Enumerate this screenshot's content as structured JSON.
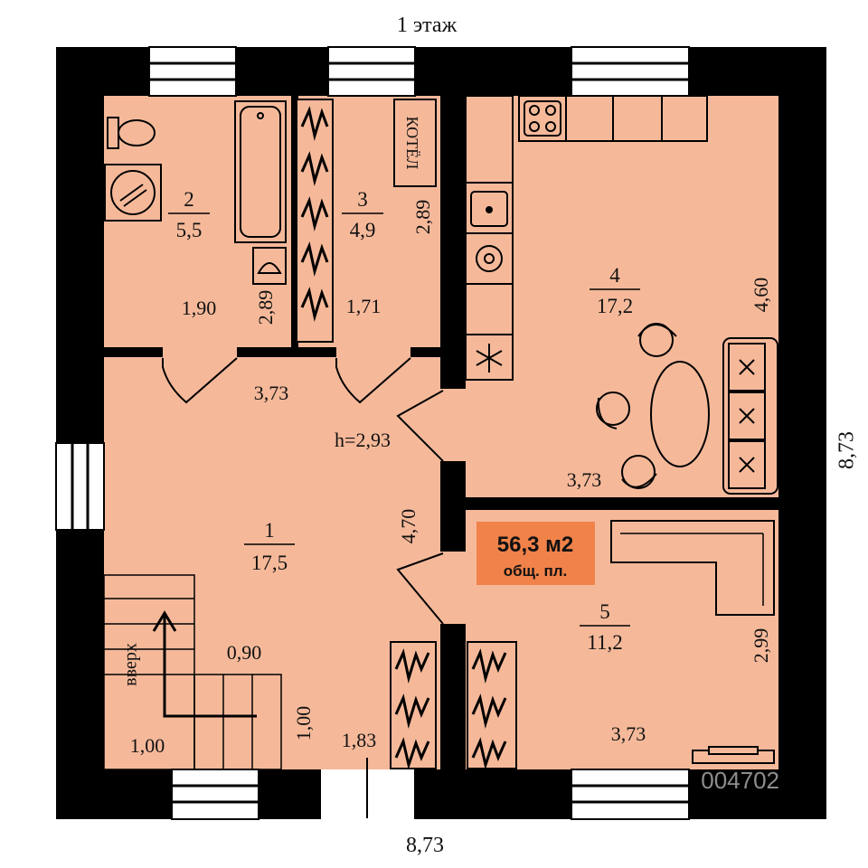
{
  "title": "1 этаж",
  "outer_width": "8,73",
  "outer_height": "8,73",
  "ceiling_height": "h=2,93",
  "boiler_label": "КОТЁЛ",
  "stairs_label": "вверх",
  "total_area": {
    "value": "56,3 м2",
    "caption": "общ. пл."
  },
  "watermark": "004702",
  "rooms": [
    {
      "number": "1",
      "area": "17,5"
    },
    {
      "number": "2",
      "area": "5,5"
    },
    {
      "number": "3",
      "area": "4,9"
    },
    {
      "number": "4",
      "area": "17,2"
    },
    {
      "number": "5",
      "area": "11,2"
    }
  ],
  "dimensions": {
    "room2_width": "1,90",
    "room2_depth": "2,89",
    "room3_width": "1,71",
    "room3_depth": "2,89",
    "room4_depth": "4,60",
    "room4_width": "3,73",
    "hall_width": "3,73",
    "hall_depth": "4,70",
    "stair_landing": "0,90",
    "stair_width": "1,00",
    "stair_depth": "1,00",
    "entrance_width": "1,83",
    "room5_depth": "2,99",
    "room5_width": "3,73"
  },
  "colors": {
    "wall": "#000000",
    "floor": "#f5b99a",
    "badge": "#f0824a"
  }
}
